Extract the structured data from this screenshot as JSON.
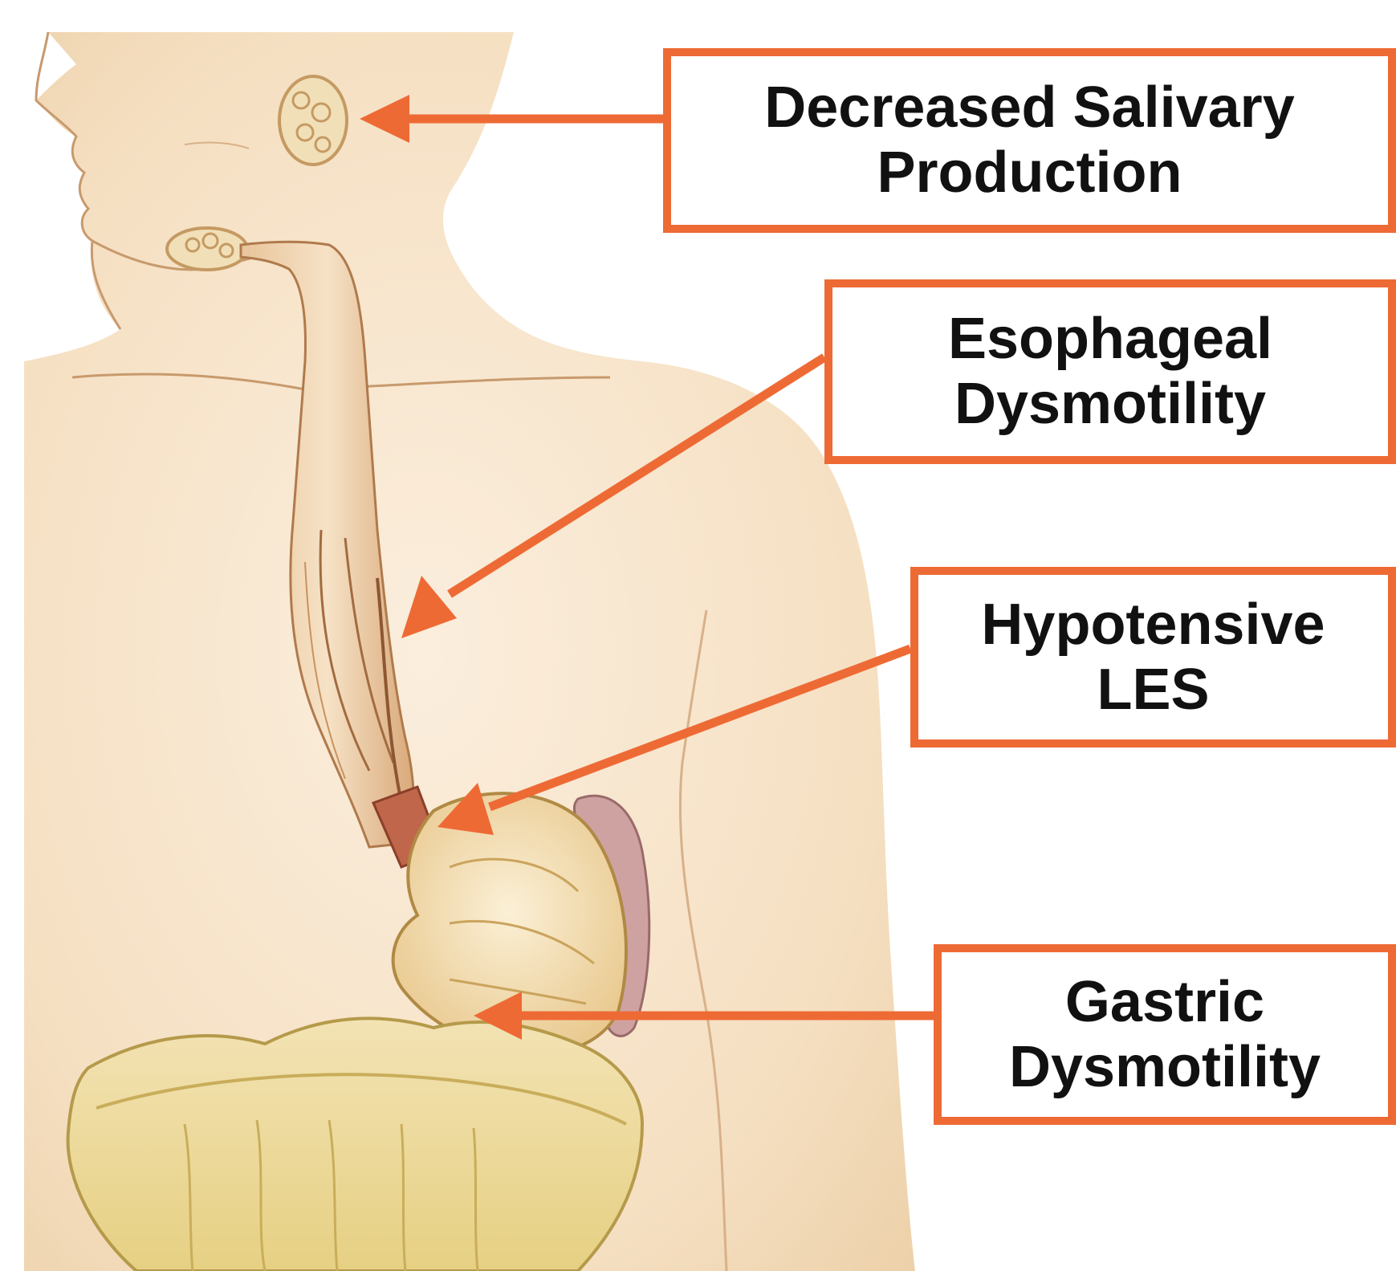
{
  "colors": {
    "accent": "#ee6a35",
    "skin": "#f4dcb8",
    "skin_shade": "#e2b98a",
    "outline": "#b07a4c",
    "stomach": "#f2d7a0",
    "intestine": "#efe0a0",
    "spleen": "#c99a9a",
    "text": "#111111"
  },
  "icons": [
    "salivary-gland-icon",
    "esophagus-icon",
    "stomach-icon",
    "spleen-icon",
    "intestine-icon"
  ],
  "labels": {
    "salivary": {
      "line1": "Decreased Salivary",
      "line2": "Production"
    },
    "esophagus": {
      "line1": "Esophageal",
      "line2": "Dysmotility"
    },
    "les": {
      "line1": "Hypotensive",
      "line2": "LES"
    },
    "gastric": {
      "line1": "Gastric",
      "line2": "Dysmotility"
    }
  }
}
